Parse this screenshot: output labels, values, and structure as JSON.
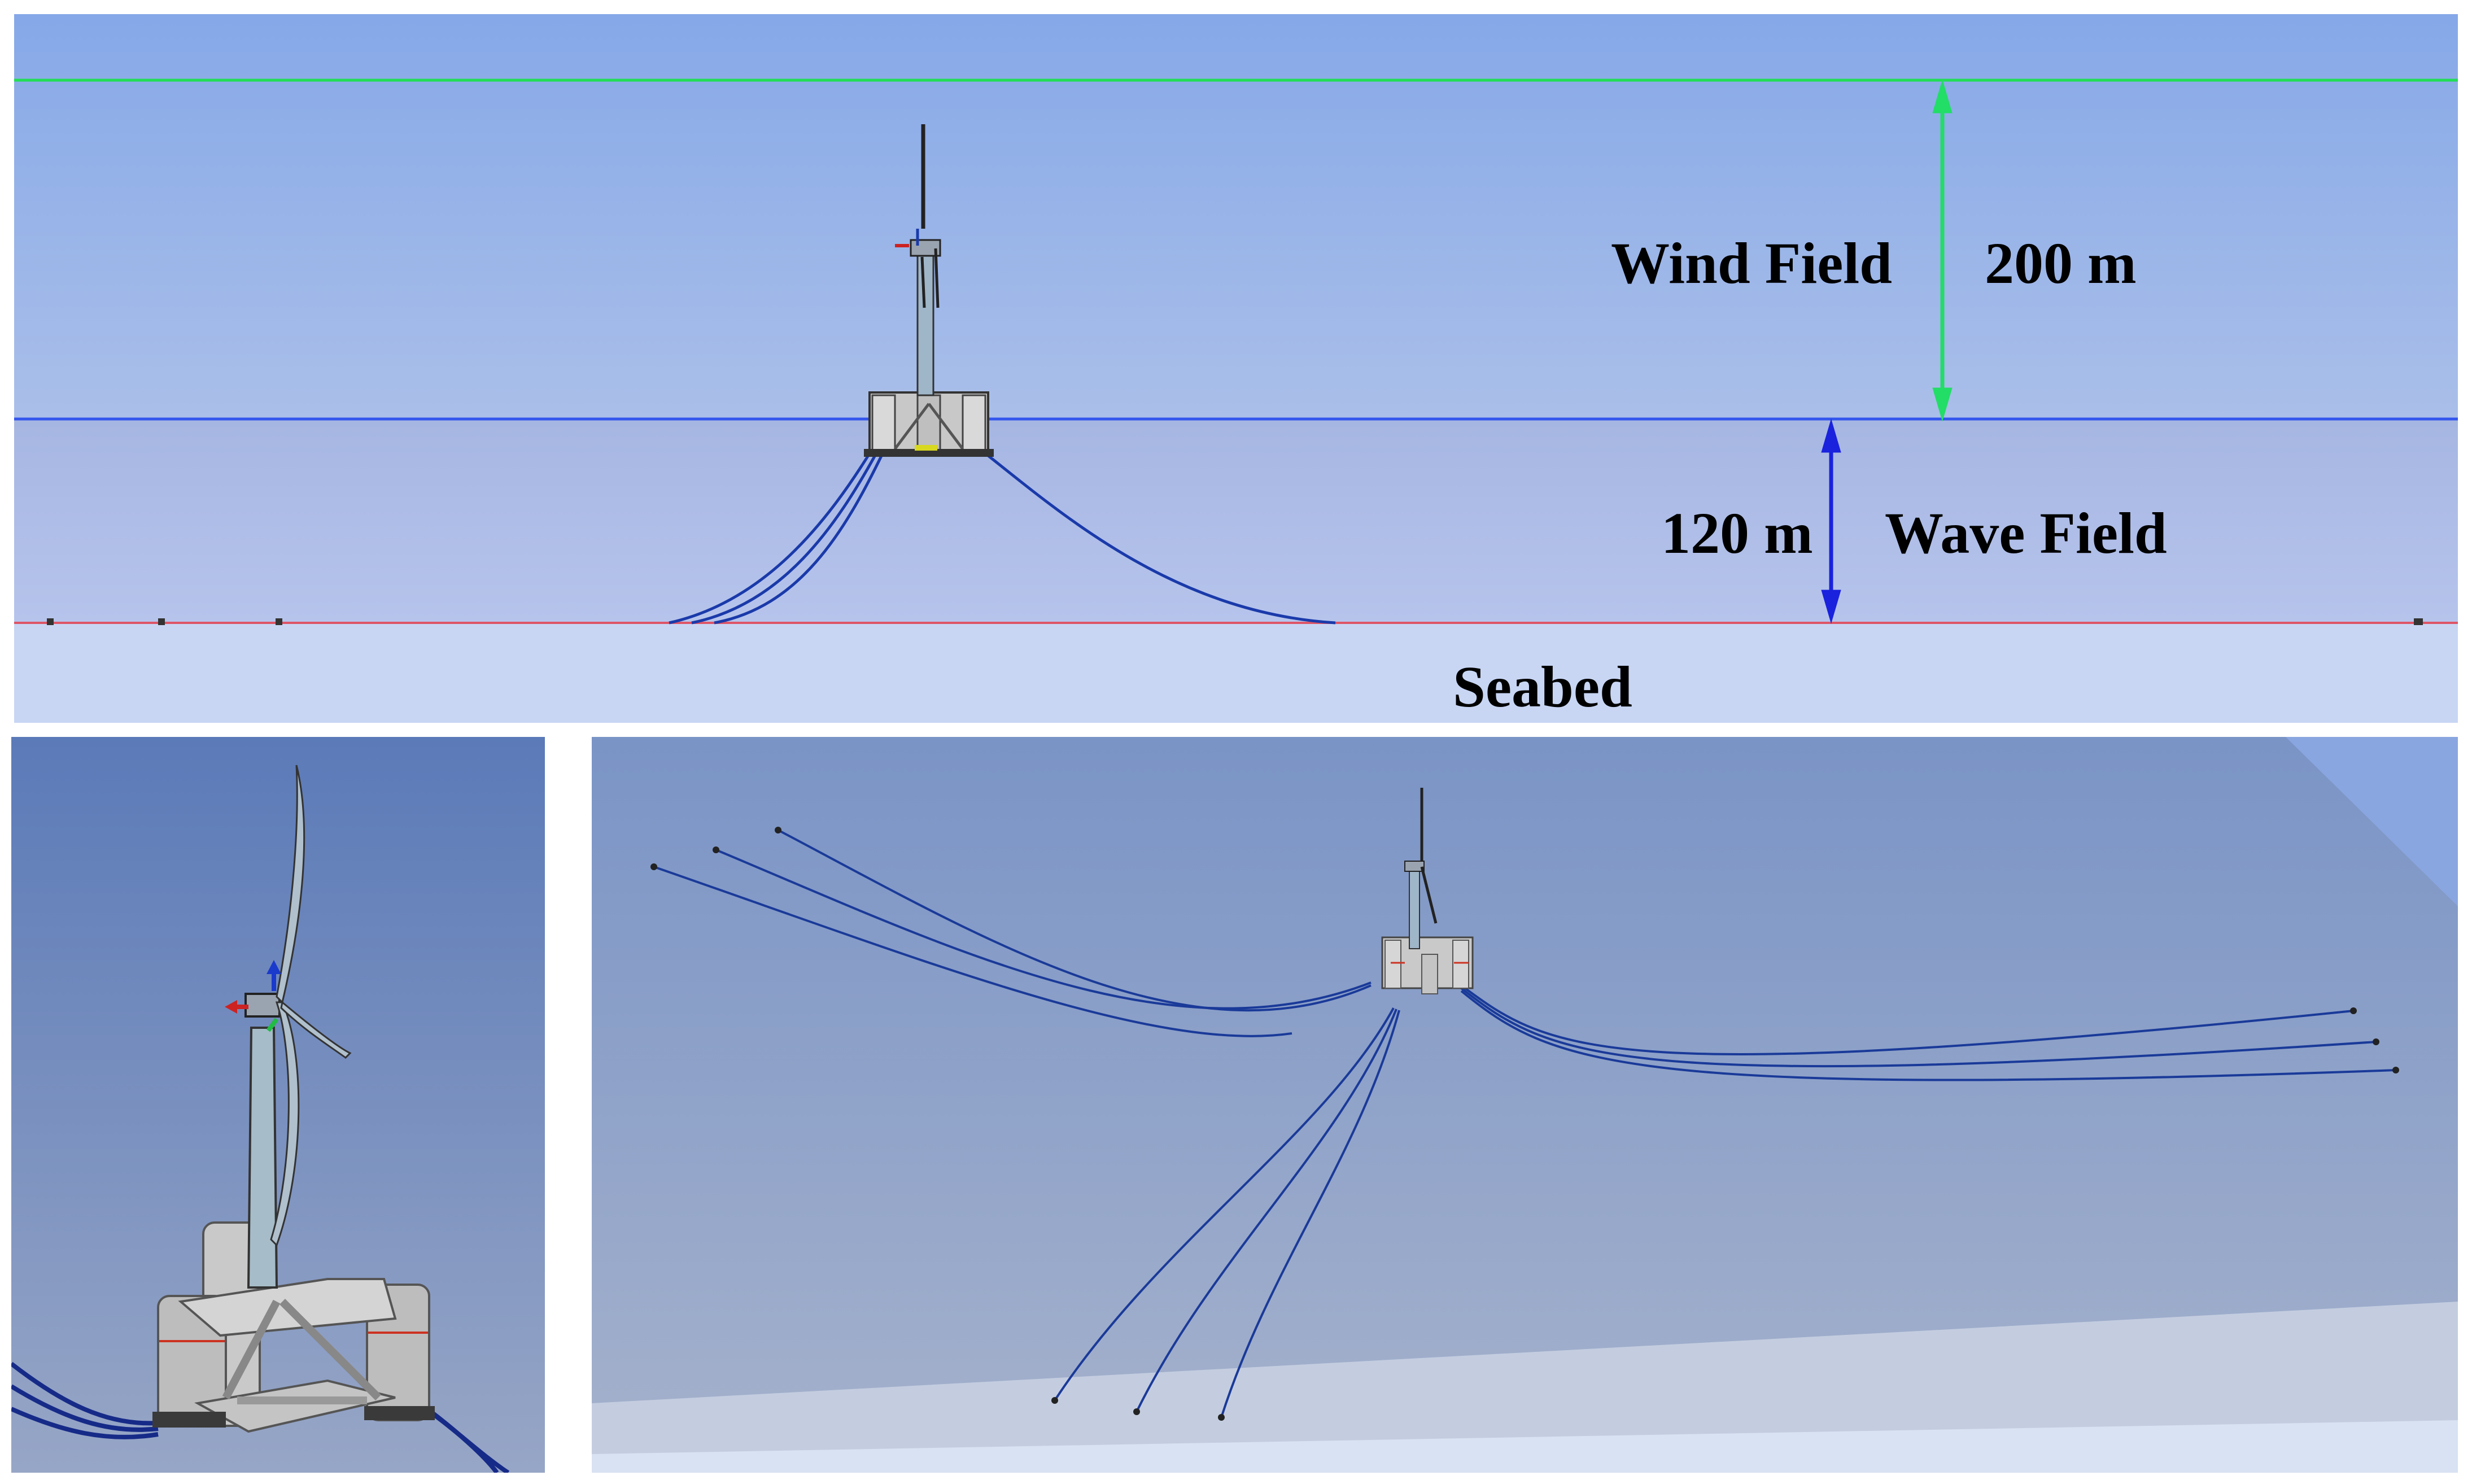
{
  "annotations": {
    "wind_field": "Wind Field",
    "wind_height": "200 m",
    "wave_field": "Wave Field",
    "wave_depth": "120 m",
    "seabed": "Seabed"
  },
  "colors": {
    "sky_top": "#86a8e8",
    "sky_bottom": "#acbfe8",
    "water_top": "#a8b7e2",
    "water_bottom": "#b8c6ec",
    "below_seabed": "#c8d6f4",
    "wind_boundary": "#22dd55",
    "water_surface": "#3355ee",
    "seabed_line": "#dd5566",
    "mooring": "#1a3aaa",
    "wind_arrow": "#22dd66",
    "wave_arrow": "#1a22dd"
  },
  "views": [
    "side-elevation",
    "close-up-perspective",
    "overview-perspective"
  ]
}
